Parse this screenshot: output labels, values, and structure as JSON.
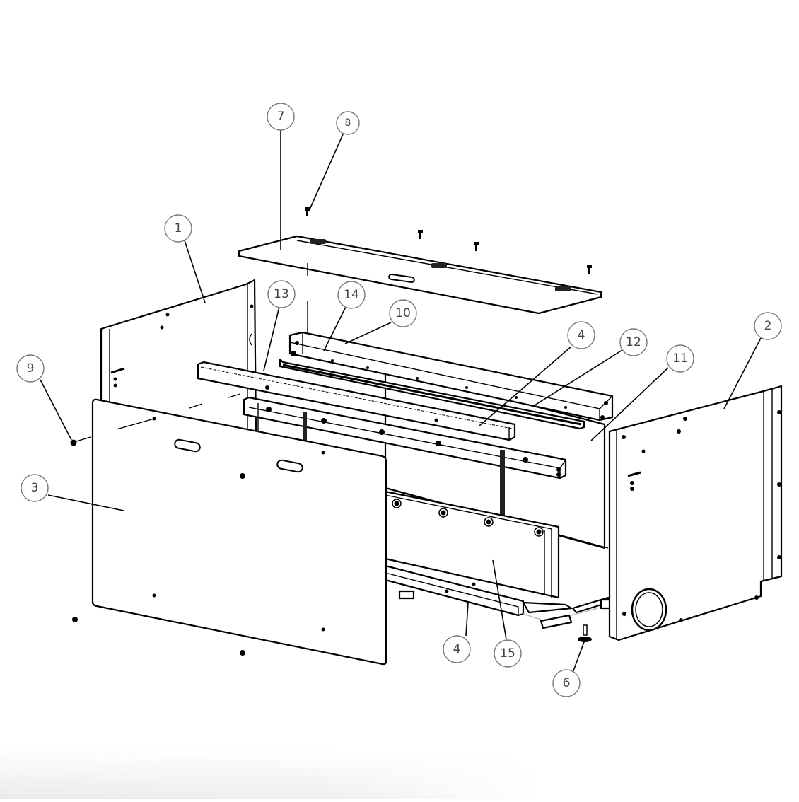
{
  "diagram": {
    "type": "exploded-assembly-view",
    "subject": "cabinet enclosure with side panels, front/top panels, rails and feet",
    "colors": {
      "line": "#000000",
      "callout_stroke": "#777777",
      "callout_text": "#444444",
      "background": "#ffffff"
    },
    "callouts": [
      {
        "id": "c1",
        "label": "1",
        "part": "left-side-panel"
      },
      {
        "id": "c2",
        "label": "2",
        "part": "right-side-panel"
      },
      {
        "id": "c3",
        "label": "3",
        "part": "front-panel"
      },
      {
        "id": "c4a",
        "label": "4",
        "part": "upper-rail"
      },
      {
        "id": "c4b",
        "label": "4",
        "part": "lower-rail"
      },
      {
        "id": "c6",
        "label": "6",
        "part": "leveling-foot"
      },
      {
        "id": "c7",
        "label": "7",
        "part": "top-panel"
      },
      {
        "id": "c8",
        "label": "8",
        "part": "top-panel-screw"
      },
      {
        "id": "c9",
        "label": "9",
        "part": "front-panel-screw"
      },
      {
        "id": "c10",
        "label": "10",
        "part": "rear-top-frame"
      },
      {
        "id": "c11",
        "label": "11",
        "part": "rear-panel"
      },
      {
        "id": "c12",
        "label": "12",
        "part": "rear-rail"
      },
      {
        "id": "c13",
        "label": "13",
        "part": "front-top-rail"
      },
      {
        "id": "c14",
        "label": "14",
        "part": "rail-screw"
      },
      {
        "id": "c15",
        "label": "15",
        "part": "internal-divider-panel"
      }
    ]
  }
}
